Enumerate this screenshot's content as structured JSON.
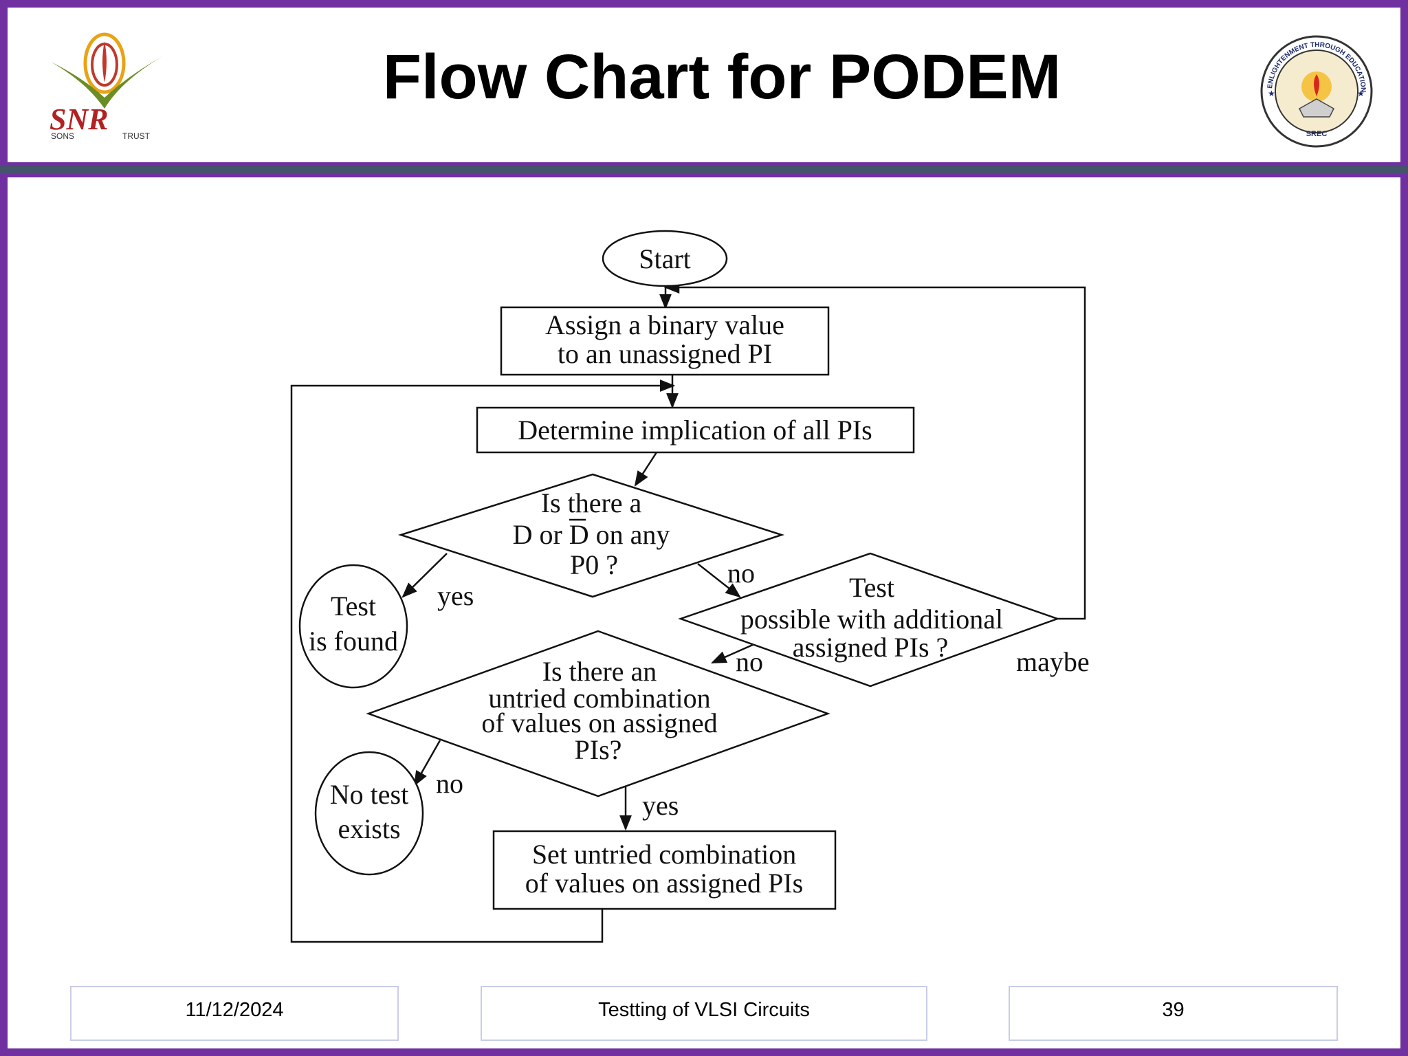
{
  "slide": {
    "title": "Flow Chart for PODEM",
    "logo_left_text": "SNR",
    "logo_left_subtext_1": "SONS",
    "logo_left_subtext_2": "TRUST",
    "logo_right_ring_text": "ENLIGHTENMENT THROUGH EDUCATION",
    "logo_right_text": "SREC",
    "colors": {
      "frame": "#7030a0",
      "rule": "#44546a",
      "footer_border": "#c8cde6"
    }
  },
  "flowchart": {
    "start": "Start",
    "assign": [
      "Assign a binary value",
      "to an unassigned PI"
    ],
    "implication": "Determine implication of all PIs",
    "decision_d": [
      "Is there a",
      "D or D on any",
      "P0 ?"
    ],
    "test_found": [
      "Test",
      "is found"
    ],
    "decision_test": [
      "Test",
      "possible with additional",
      "assigned PIs ?"
    ],
    "decision_untried": [
      "Is there an",
      "untried combination",
      "of values on assigned",
      "PIs?"
    ],
    "no_test": [
      "No test",
      "exists"
    ],
    "set_untried": [
      "Set untried combination",
      "of values on assigned PIs"
    ],
    "edge_labels": {
      "d_yes": "yes",
      "d_no": "no",
      "test_no": "no",
      "test_maybe": "maybe",
      "untried_no": "no",
      "untried_yes": "yes"
    }
  },
  "footer": {
    "date": "11/12/2024",
    "course": "Testting of VLSI Circuits",
    "page": "39"
  }
}
